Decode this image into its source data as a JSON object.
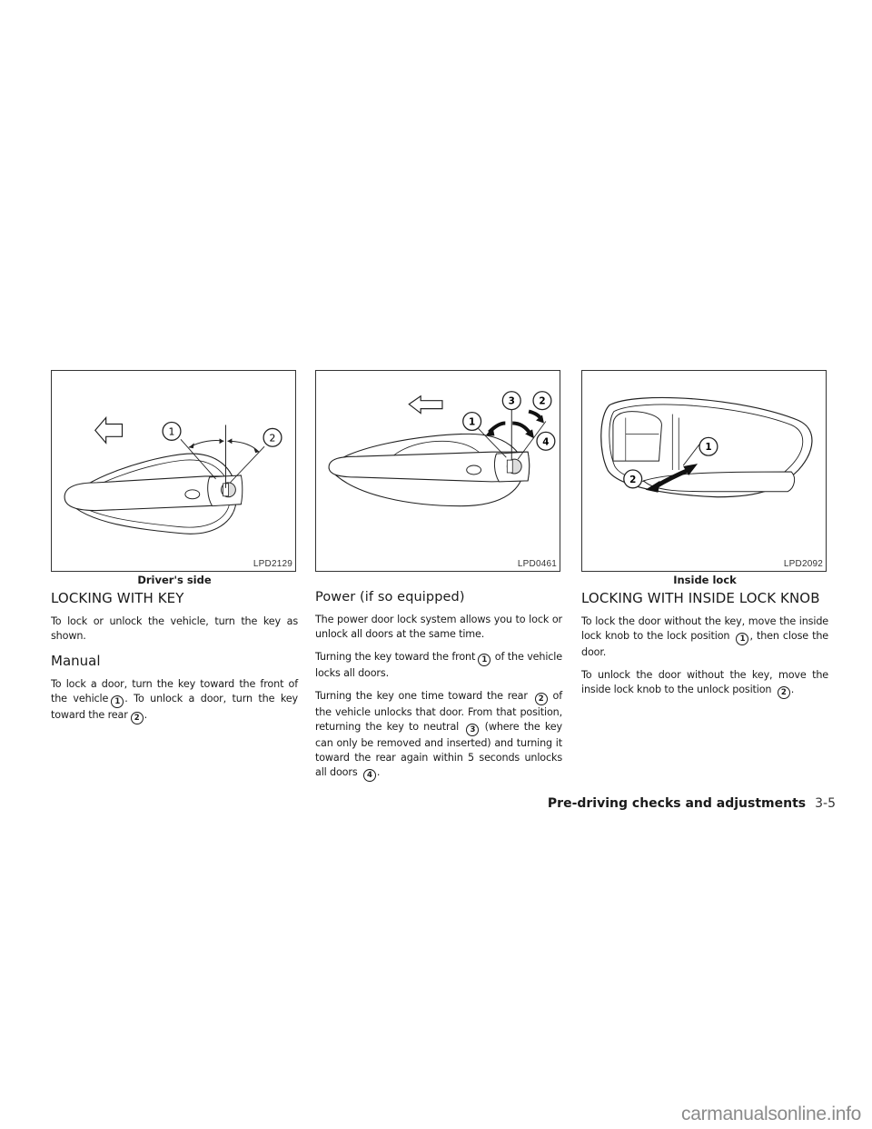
{
  "page": {
    "footer_section": "Pre-driving checks and adjustments",
    "page_number": "3-5",
    "watermark": "carmanualsonline.info"
  },
  "columns": [
    {
      "figure": {
        "code": "LPD2129",
        "caption": "Driver's side",
        "callouts": [
          "1",
          "2"
        ]
      },
      "heading": "LOCKING WITH KEY",
      "intro": "To lock or unlock the vehicle, turn the key as shown.",
      "subheading": "Manual",
      "body": {
        "part1": "To lock a door, turn the key toward the front of the vehicle",
        "ref1": "1",
        "part2": ". To unlock a door, turn the key toward the rear",
        "ref2": "2",
        "part3": "."
      }
    },
    {
      "figure": {
        "code": "LPD0461",
        "caption": "",
        "callouts": [
          "1",
          "2",
          "3",
          "4"
        ]
      },
      "heading": "Power (if so equipped)",
      "para1": "The power door lock system allows you to lock or unlock all doors at the same time.",
      "para2": {
        "part1": "Turning the key toward the front",
        "ref1": "1",
        "part2": "of the vehicle locks all doors."
      },
      "para3": {
        "part1": "Turning the key one time toward the rear",
        "ref2": "2",
        "part2": "of the vehicle unlocks that door. From that position, returning the key to neutral",
        "ref3": "3",
        "part3": "(where the key can only be removed and inserted) and turning it toward the rear again within 5 seconds unlocks all doors",
        "ref4": "4",
        "part4": "."
      }
    },
    {
      "figure": {
        "code": "LPD2092",
        "caption": "Inside lock",
        "callouts": [
          "1",
          "2"
        ]
      },
      "heading": "LOCKING WITH INSIDE LOCK KNOB",
      "para1": {
        "part1": "To lock the door without the key, move the inside lock knob to the lock position",
        "ref1": "1",
        "part2": ", then close the door."
      },
      "para2": {
        "part1": "To unlock the door without the key, move the inside lock knob to the unlock position",
        "ref2": "2",
        "part2": "."
      }
    }
  ]
}
